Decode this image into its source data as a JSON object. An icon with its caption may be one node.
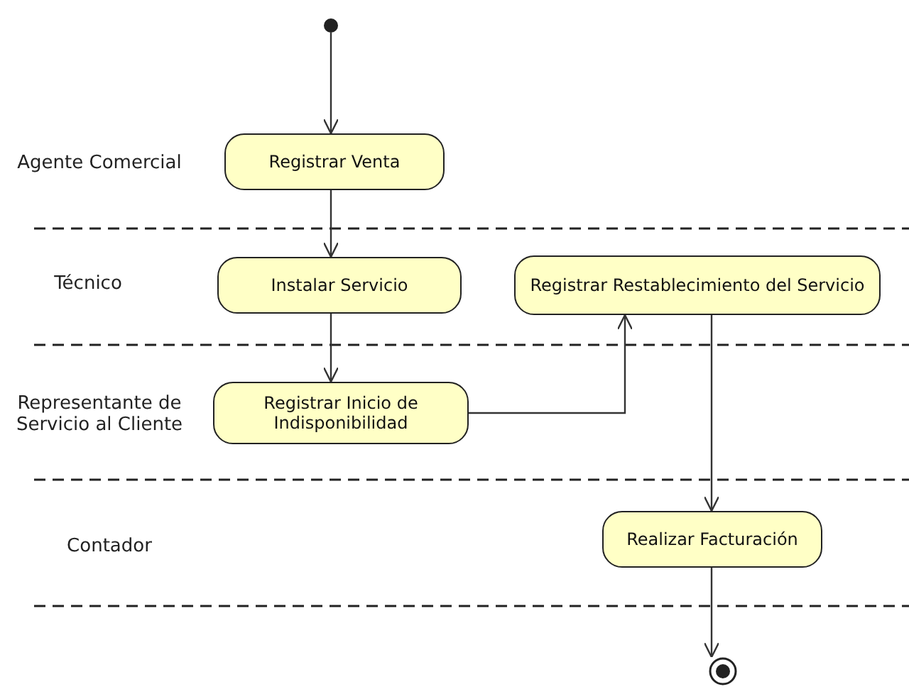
{
  "diagram": {
    "nodes": [
      {
        "text": [],
        "shape": "circle"
      },
      {
        "text": [
          "Registrar Venta"
        ]
      },
      {
        "text": [
          "Instalar Servicio"
        ]
      },
      {
        "text": [
          "Registrar Restablecimiento del Servicio"
        ]
      },
      {
        "text": [
          "Registrar Inicio de Indisponibilidad"
        ]
      },
      {
        "text": [
          "Realizar Facturación"
        ]
      },
      {
        "text": [],
        "shape": "circle"
      }
    ],
    "edges": [
      {
        "from": 0,
        "to": 1,
        "arrow": "to"
      },
      {
        "from": 1,
        "to": 2,
        "arrow": "to"
      },
      {
        "from": 2,
        "to": 4,
        "arrow": "to"
      },
      {
        "from": 4,
        "to": 3,
        "arrow": "to"
      },
      {
        "from": 3,
        "to": 5,
        "arrow": "to"
      },
      {
        "from": 5,
        "to": 6,
        "arrow": "to"
      }
    ],
    "labels": [
      "Agente Comercial",
      "Técnico",
      "Representante de Servicio al Cliente",
      "Contador"
    ]
  }
}
